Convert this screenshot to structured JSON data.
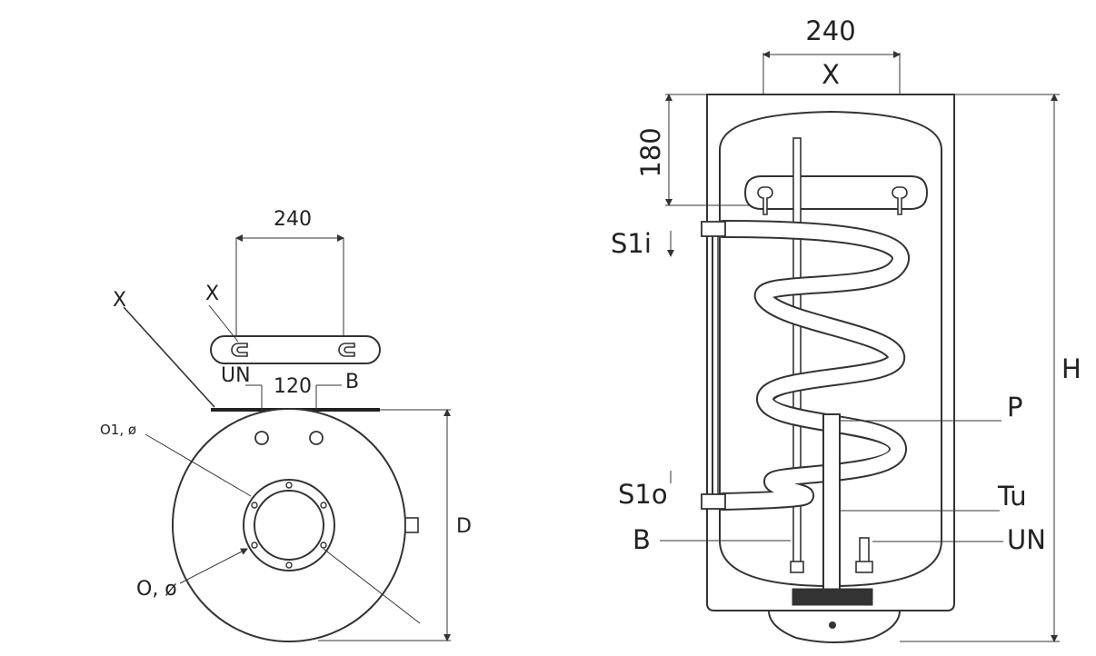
{
  "top_view": {
    "bracket_width_label": "240",
    "bracket_label": "X",
    "wall_label": "X",
    "inlet_label": "UN",
    "spacing_label": "120",
    "outlet_label": "B",
    "port_label": "O1, ø",
    "flange_label": "O, ø",
    "diameter_label": "D"
  },
  "side_view": {
    "bracket_width_label": "240",
    "bracket_label": "X",
    "bracket_height_label": "180",
    "coil_inlet_label": "S1i",
    "coil_outlet_label": "S1o",
    "height_label": "H",
    "pocket_label": "P",
    "sensor_label": "Tu",
    "outlet_label": "B",
    "inlet_label": "UN"
  }
}
